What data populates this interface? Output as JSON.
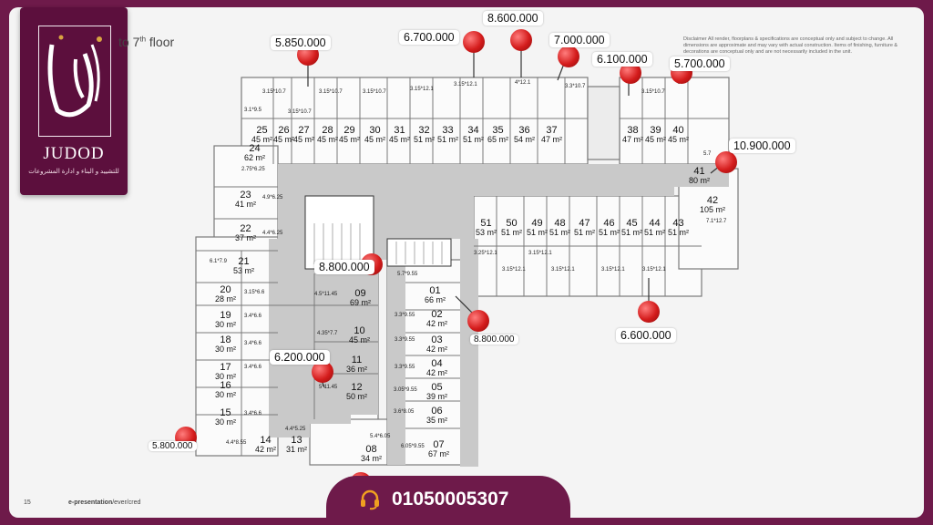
{
  "brand": {
    "name": "JUDOD",
    "tagline": "للتشييد و البناء و ادارة المشروعات"
  },
  "floor_title": "to 7",
  "floor_title_sup": "th",
  "floor_title_end": " floor",
  "disclaimer": "Disclaimer All render, floorplans & specifications are conceptual only and subject to change. All dimensions are approximate and may vary with actual construction. Items of finishing, furniture & decorations are conceptual only and are not necessarily included in the unit.",
  "footer": {
    "page": "15",
    "label": "e-presentation",
    "path": "/ever/cred"
  },
  "phone": "01050005307",
  "prices": [
    "5.850.000",
    "6.700.000",
    "8.600.000",
    "7.000.000",
    "6.100.000",
    "5.700.000",
    "10.900.000",
    "8.800.000",
    "8.800.000",
    "6.600.000",
    "6.200.000",
    "5.800.000"
  ],
  "units_top": [
    {
      "no": "25",
      "area": "45 m²"
    },
    {
      "no": "26",
      "area": "45 m²"
    },
    {
      "no": "27",
      "area": "45 m²"
    },
    {
      "no": "28",
      "area": "45 m²"
    },
    {
      "no": "29",
      "area": "45 m²"
    },
    {
      "no": "30",
      "area": "45 m²"
    },
    {
      "no": "31",
      "area": "45 m²"
    },
    {
      "no": "32",
      "area": "51 m²"
    },
    {
      "no": "33",
      "area": "51 m²"
    },
    {
      "no": "34",
      "area": "51 m²"
    },
    {
      "no": "35",
      "area": "65 m²"
    },
    {
      "no": "36",
      "area": "54 m²"
    },
    {
      "no": "37",
      "area": "47 m²"
    },
    {
      "no": "38",
      "area": "47 m²"
    },
    {
      "no": "39",
      "area": "45 m²"
    },
    {
      "no": "40",
      "area": "45 m²"
    }
  ],
  "units_right": [
    {
      "no": "51",
      "area": "53 m²"
    },
    {
      "no": "50",
      "area": "51 m²"
    },
    {
      "no": "49",
      "area": "51 m²"
    },
    {
      "no": "48",
      "area": "51 m²"
    },
    {
      "no": "47",
      "area": "51 m²"
    },
    {
      "no": "46",
      "area": "51 m²"
    },
    {
      "no": "45",
      "area": "51 m²"
    },
    {
      "no": "44",
      "area": "51 m²"
    },
    {
      "no": "43",
      "area": "51 m²"
    },
    {
      "no": "42",
      "area": "105 m²"
    },
    {
      "no": "41",
      "area": "80 m²"
    }
  ],
  "units_left": [
    {
      "no": "24",
      "area": "62 m²"
    },
    {
      "no": "23",
      "area": "41 m²"
    },
    {
      "no": "22",
      "area": "37 m²"
    },
    {
      "no": "21",
      "area": "53 m²"
    },
    {
      "no": "20",
      "area": "28 m²"
    },
    {
      "no": "19",
      "area": "30 m²"
    },
    {
      "no": "18",
      "area": "30 m²"
    },
    {
      "no": "17",
      "area": "30 m²"
    },
    {
      "no": "16",
      "area": "30 m²"
    },
    {
      "no": "15",
      "area": "30 m²"
    },
    {
      "no": "14",
      "area": "42 m²"
    },
    {
      "no": "13",
      "area": "31 m²"
    }
  ],
  "units_middle": [
    {
      "no": "09",
      "area": "69 m²"
    },
    {
      "no": "10",
      "area": "45 m²"
    },
    {
      "no": "11",
      "area": "36 m²"
    },
    {
      "no": "12",
      "area": "50 m²"
    }
  ],
  "units_center": [
    {
      "no": "01",
      "area": "66 m²"
    },
    {
      "no": "02",
      "area": "42 m²"
    },
    {
      "no": "03",
      "area": "42 m²"
    },
    {
      "no": "04",
      "area": "42 m²"
    },
    {
      "no": "05",
      "area": "39 m²"
    },
    {
      "no": "06",
      "area": "35 m²"
    },
    {
      "no": "07",
      "area": "67 m²"
    },
    {
      "no": "08",
      "area": "34 m²"
    }
  ],
  "dims": [
    "3.15*10.7",
    "3.15*10.7",
    "3.15*10.7",
    "3.15*10.7",
    "3.15*12.1",
    "3.15*12.1",
    "4*12.1",
    "3.3*10.7",
    "3.15*10.7",
    "3.1*9.5",
    "2.75*6.25",
    "4.9*6.25",
    "4.4*6.25",
    "6.1*7.9",
    "3.15*6.6",
    "3.4*6.6",
    "3.4*6.6",
    "3.4*6.6",
    "3.4*6.6",
    "4.4*8.55",
    "4.4*5.25",
    "4.5*11.45",
    "4.35*7.7",
    "5*11.45",
    "5.7*9.55",
    "3.3*9.55",
    "3.3*9.55",
    "3.3*9.55",
    "3.05*9.55",
    "3.6*8.05",
    "5.4*6.05",
    "6.05*9.55",
    "3.25*12.1",
    "3.15*12.1",
    "3.15*12.1",
    "3.15*12.1",
    "3.15*12.1",
    "3.15*12.1",
    "7.1*12.7",
    "5.7"
  ]
}
